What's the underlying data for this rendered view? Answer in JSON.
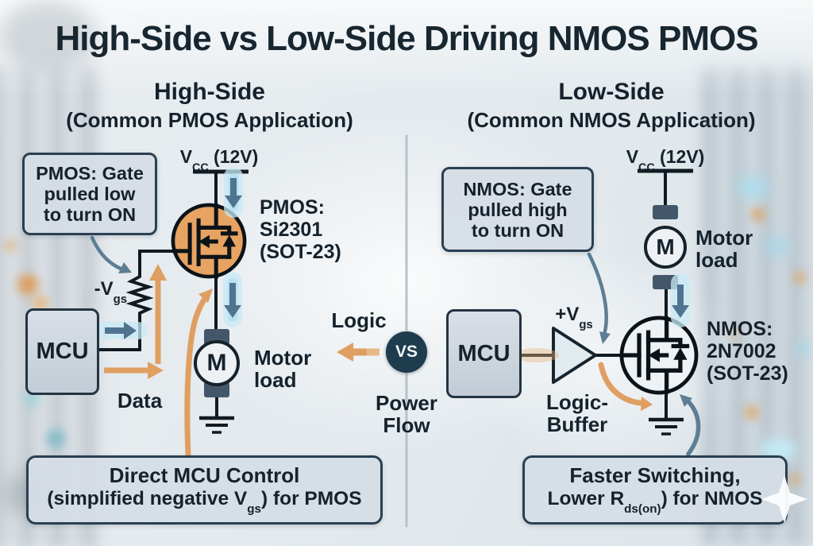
{
  "title": "High-Side vs Low-Side Driving NMOS PMOS",
  "left": {
    "heading": "High-Side",
    "subheading": "(Common PMOS Application)",
    "callout": {
      "line1": "PMOS: Gate",
      "line2": "pulled low",
      "line3": "to turn ON"
    },
    "vcc": {
      "sym": "V",
      "sub": "CC",
      "rest": " (12V)"
    },
    "mosfet": {
      "line1": "PMOS:",
      "line2": "Si2301",
      "line3": "(SOT-23)"
    },
    "vgs": {
      "pre": "-V",
      "sub": "gs"
    },
    "mcu": "MCU",
    "data_label": "Data",
    "motor_m": "M",
    "motor": {
      "line1": "Motor",
      "line2": "load"
    },
    "note": {
      "line1": "Direct MCU Control",
      "line2_pre": "(simplified negative V",
      "line2_sub": "gs",
      "line2_post": ") for PMOS"
    }
  },
  "center": {
    "logic": "Logic",
    "vs": "VS",
    "power": {
      "line1": "Power",
      "line2": "Flow"
    }
  },
  "right": {
    "heading": "Low-Side",
    "subheading": "(Common NMOS Application)",
    "callout": {
      "line1": "NMOS: Gate",
      "line2": "pulled high",
      "line3": "to turn ON"
    },
    "vcc": {
      "sym": "V",
      "sub": "CC",
      "rest": " (12V)"
    },
    "mosfet": {
      "line1": "NMOS:",
      "line2": "2N7002",
      "line3": "(SOT-23)"
    },
    "vgs": {
      "pre": "+V",
      "sub": "gs"
    },
    "mcu": "MCU",
    "buffer": {
      "line1": "Logic-",
      "line2": "Buffer"
    },
    "motor_m": "M",
    "motor": {
      "line1": "Motor",
      "line2": "load"
    },
    "note": {
      "line1": "Faster Switching,",
      "line2_pre": "Lower R",
      "line2_sub": "ds(on)",
      "line2_post": ") for NMOS"
    }
  },
  "colors": {
    "accent_orange": "#DF9F62",
    "steel_blue": "#4E7490",
    "glow_cyan": "#BFE4F2",
    "navy_dark": "#1E3C4E",
    "box_fill": "#D5DDE5",
    "box_border": "#2A4052",
    "pmos_fill": "#E7A361",
    "wire": "#101A22",
    "background": "#E4EAEE"
  }
}
